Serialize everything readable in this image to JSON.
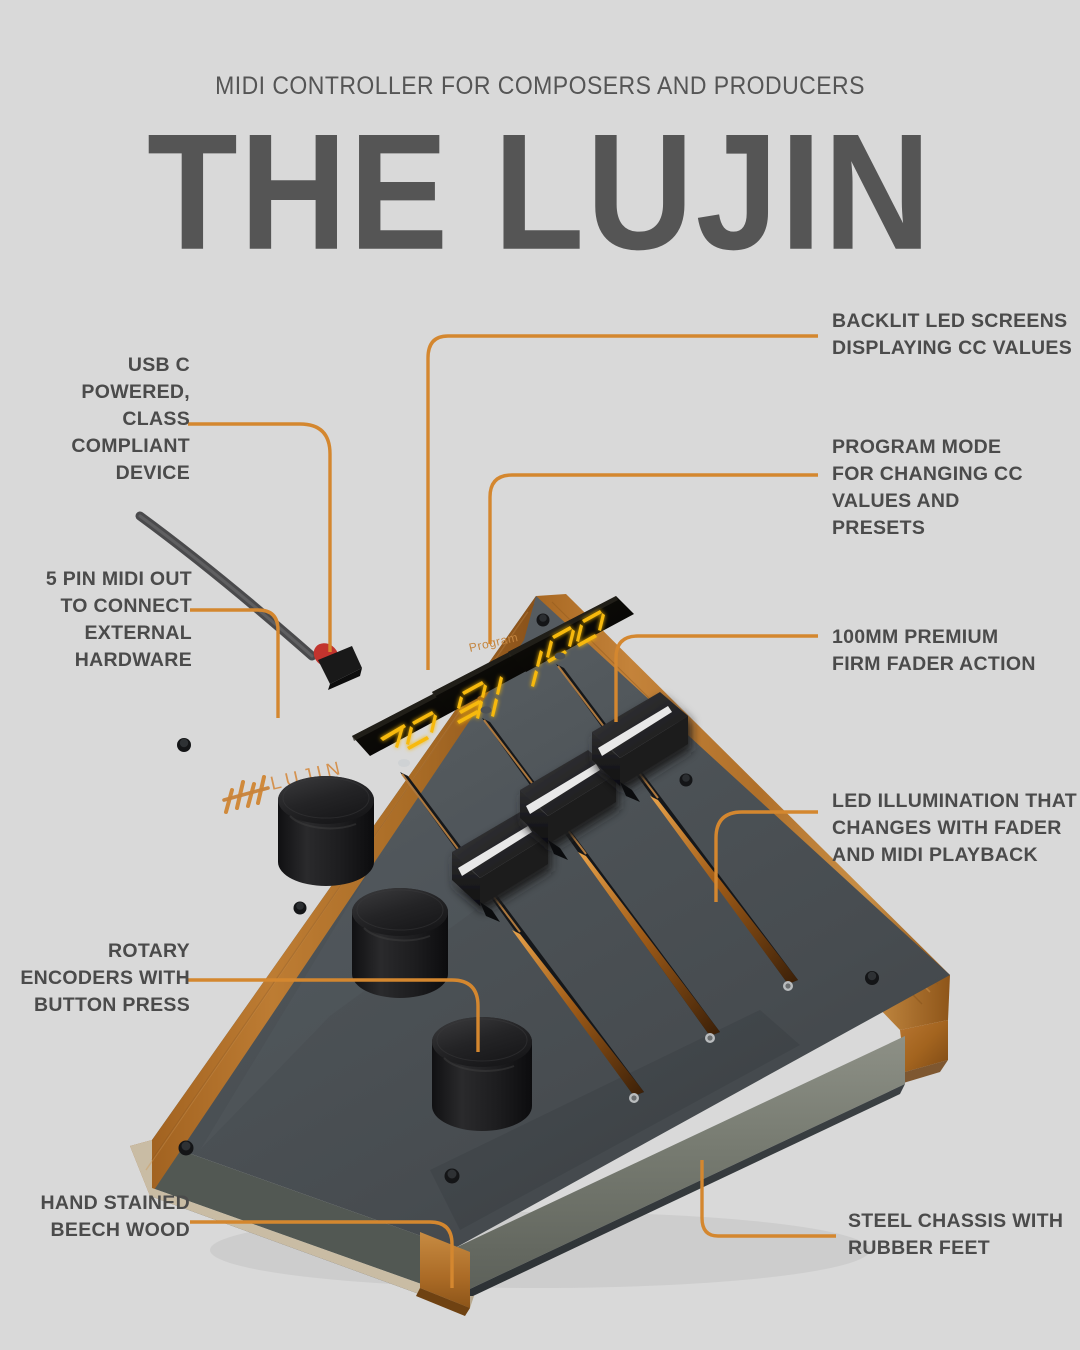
{
  "header": {
    "subtitle": "MIDI CONTROLLER FOR COMPOSERS AND PRODUCERS",
    "title": "THE  LUJIN"
  },
  "colors": {
    "background": "#d9d9d9",
    "text_gray": "#4b4b4b",
    "title_gray": "#555555",
    "accent_orange": "#d4872f",
    "wood_light": "#c98b3c",
    "wood_mid": "#a96a26",
    "wood_dark": "#8b5620",
    "chassis_top": "#4e5458",
    "chassis_side": "#6d7168",
    "chassis_front": "#3b4043",
    "knob_black": "#1b1b1b",
    "led_amber": "#f5b50a",
    "led_screen": "#0a0906",
    "cable_red": "#c2342e"
  },
  "annotations": [
    {
      "id": "usb-c",
      "side": "left",
      "text": "USB C\nPOWERED,\nCLASS\nCOMPLIANT\nDEVICE"
    },
    {
      "id": "midi-out",
      "side": "left",
      "text": "5 PIN MIDI  OUT\nTO CONNECT\nEXTERNAL\nHARDWARE"
    },
    {
      "id": "rotary-encoders",
      "side": "left",
      "text": "ROTARY\nENCODERS WITH\nBUTTON PRESS"
    },
    {
      "id": "beech-wood",
      "side": "left",
      "text": "HAND STAINED\nBEECH WOOD"
    },
    {
      "id": "led-screens",
      "side": "right",
      "text": "BACKLIT LED SCREENS\nDISPLAYING CC VALUES"
    },
    {
      "id": "program-mode",
      "side": "right",
      "text": "PROGRAM MODE\nFOR CHANGING CC\nVALUES AND\nPRESETS"
    },
    {
      "id": "fader-action",
      "side": "right",
      "text": "100MM PREMIUM\nFIRM FADER ACTION"
    },
    {
      "id": "led-illumination",
      "side": "right",
      "text": "LED ILLUMINATION THAT\nCHANGES WITH FADER\nAND MIDI PLAYBACK"
    },
    {
      "id": "steel-chassis",
      "side": "right",
      "text": "STEEL CHASSIS WITH\nRUBBER FEET"
    }
  ],
  "device": {
    "brand_logo_text": "LUJIN",
    "program_label": "Program",
    "led_displays": [
      {
        "value": "70"
      },
      {
        "value": "91"
      },
      {
        "value": "100"
      }
    ],
    "fader_count": 3,
    "knob_count": 3
  }
}
